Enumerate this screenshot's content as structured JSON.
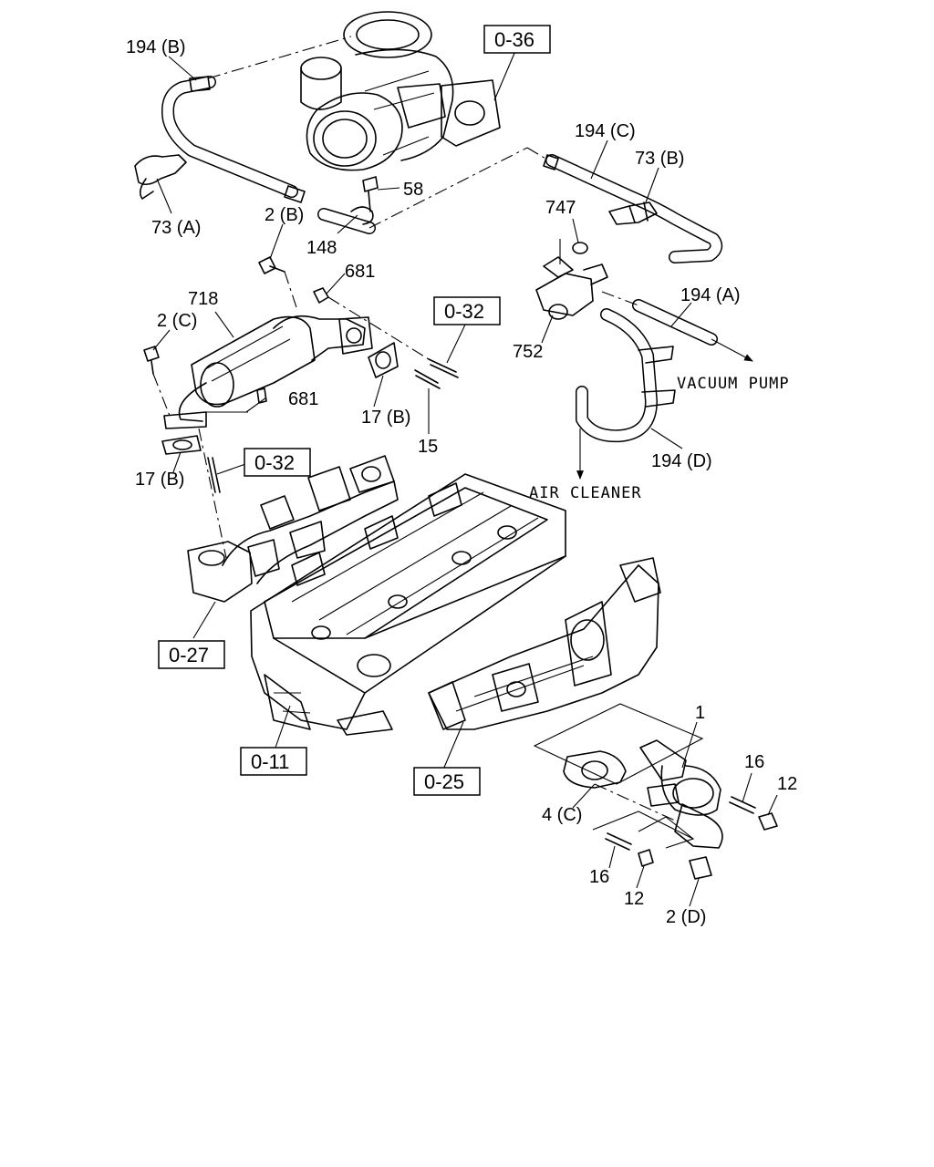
{
  "callouts": {
    "c194b": "194 (B)",
    "c036": "0-36",
    "c194c": "194 (C)",
    "c73b": "73 (B)",
    "c73a": "73 (A)",
    "c58": "58",
    "c2b": "2 (B)",
    "c148": "148",
    "c747": "747",
    "c681a": "681",
    "c718": "718",
    "c2c": "2 (C)",
    "c032a": "0-32",
    "c194a": "194 (A)",
    "c752": "752",
    "vacuum": "VACUUM PUMP",
    "c681b": "681",
    "c17b_a": "17 (B)",
    "c15": "15",
    "c194d": "194 (D)",
    "c17b_b": "17 (B)",
    "c032b": "0-32",
    "air": "AIR CLEANER",
    "c027": "0-27",
    "c011": "0-11",
    "c025": "0-25",
    "c1": "1",
    "c16a": "16",
    "c12a": "12",
    "c4c": "4 (C)",
    "c16b": "16",
    "c12b": "12",
    "c2d": "2 (D)"
  }
}
